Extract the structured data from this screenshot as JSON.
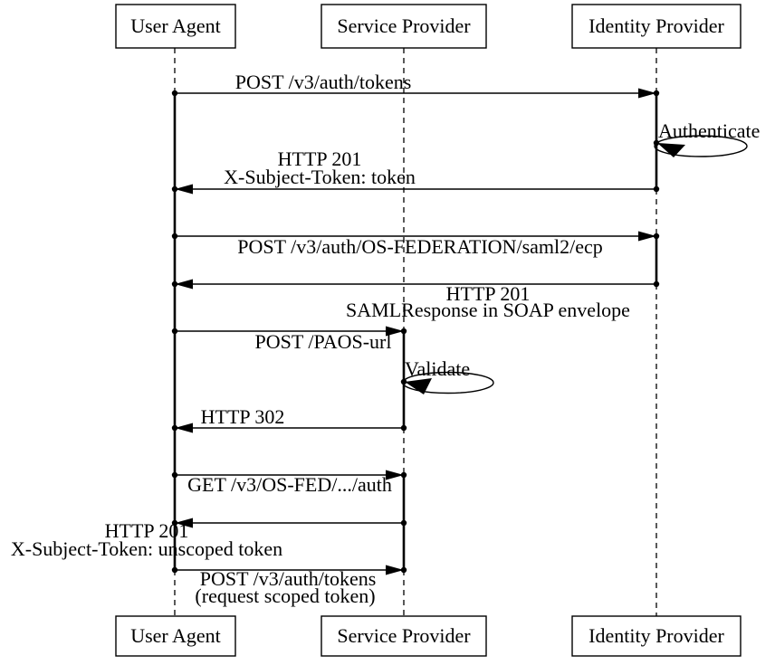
{
  "diagram": {
    "type": "sequence-diagram",
    "actors": [
      "User Agent",
      "Service Provider",
      "Identity Provider"
    ],
    "messages": [
      {
        "from": "User Agent",
        "to": "Identity Provider",
        "lines": [
          "POST /v3/auth/tokens"
        ]
      },
      {
        "self": "Identity Provider",
        "lines": [
          "Authenticate"
        ]
      },
      {
        "from": "Identity Provider",
        "to": "User Agent",
        "lines": [
          "HTTP 201",
          "X-Subject-Token: token"
        ]
      },
      {
        "from": "User Agent",
        "to": "Identity Provider",
        "lines": [
          "POST /v3/auth/OS-FEDERATION/saml2/ecp"
        ]
      },
      {
        "from": "Identity Provider",
        "to": "User Agent",
        "lines": [
          "HTTP 201",
          "SAMLResponse in SOAP envelope"
        ]
      },
      {
        "from": "User Agent",
        "to": "Service Provider",
        "lines": [
          "POST /PAOS-url"
        ]
      },
      {
        "self": "Service Provider",
        "lines": [
          "Validate"
        ]
      },
      {
        "from": "Service Provider",
        "to": "User Agent",
        "lines": [
          "HTTP 302"
        ]
      },
      {
        "from": "User Agent",
        "to": "Service Provider",
        "lines": [
          "GET /v3/OS-FED/.../auth"
        ]
      },
      {
        "from": "Service Provider",
        "to": "User Agent",
        "lines": [
          "HTTP 201",
          "X-Subject-Token: unscoped token"
        ]
      },
      {
        "from": "User Agent",
        "to": "Service Provider",
        "lines": [
          "POST /v3/auth/tokens",
          "(request scoped token)"
        ]
      }
    ],
    "colors": {
      "line": "#000000",
      "text": "#000000",
      "background": "#ffffff"
    }
  }
}
